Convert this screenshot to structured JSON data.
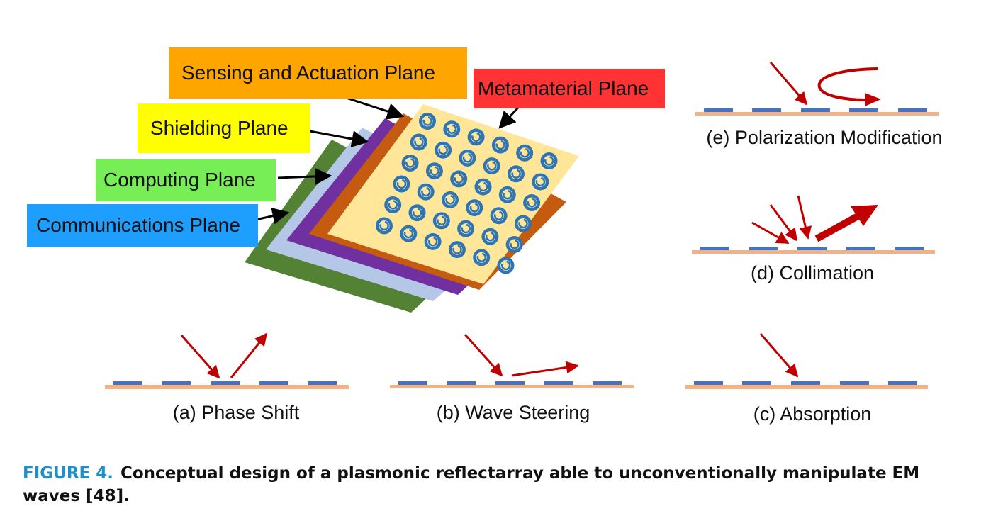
{
  "planes": {
    "sensing": {
      "label": "Sensing and Actuation Plane",
      "color": "#FFA500"
    },
    "metamaterial": {
      "label": "Metamaterial Plane",
      "color": "#FF3333"
    },
    "shielding": {
      "label": "Shielding Plane",
      "color": "#FFFF00"
    },
    "computing": {
      "label": "Computing Plane",
      "color": "#77EE55"
    },
    "communications": {
      "label": "Communications Plane",
      "color": "#1E9FFF"
    }
  },
  "stack_colors": {
    "communications_layer": "#548235",
    "computing_layer": "#B4C7E7",
    "shielding_layer": "#7030A0",
    "sensing_layer": "#C55A11",
    "metamaterial_surface": "#FFE699",
    "unit_cell": "#2E75B6"
  },
  "panels": {
    "a": {
      "label": "(a) Phase Shift"
    },
    "b": {
      "label": "(b) Wave Steering"
    },
    "c": {
      "label": "(c) Absorption"
    },
    "d": {
      "label": "(d) Collimation"
    },
    "e": {
      "label": "(e) Polarization Modification"
    }
  },
  "caption": {
    "figure_number": "FIGURE 4.",
    "text": "Conceptual design of a plasmonic reflectarray able to unconventionally manipulate EM waves [48]."
  },
  "colors": {
    "arrow": "#C00000",
    "substrate": "#F4B183",
    "element": "#4472C4",
    "caption_accent": "#1E8FC8"
  }
}
